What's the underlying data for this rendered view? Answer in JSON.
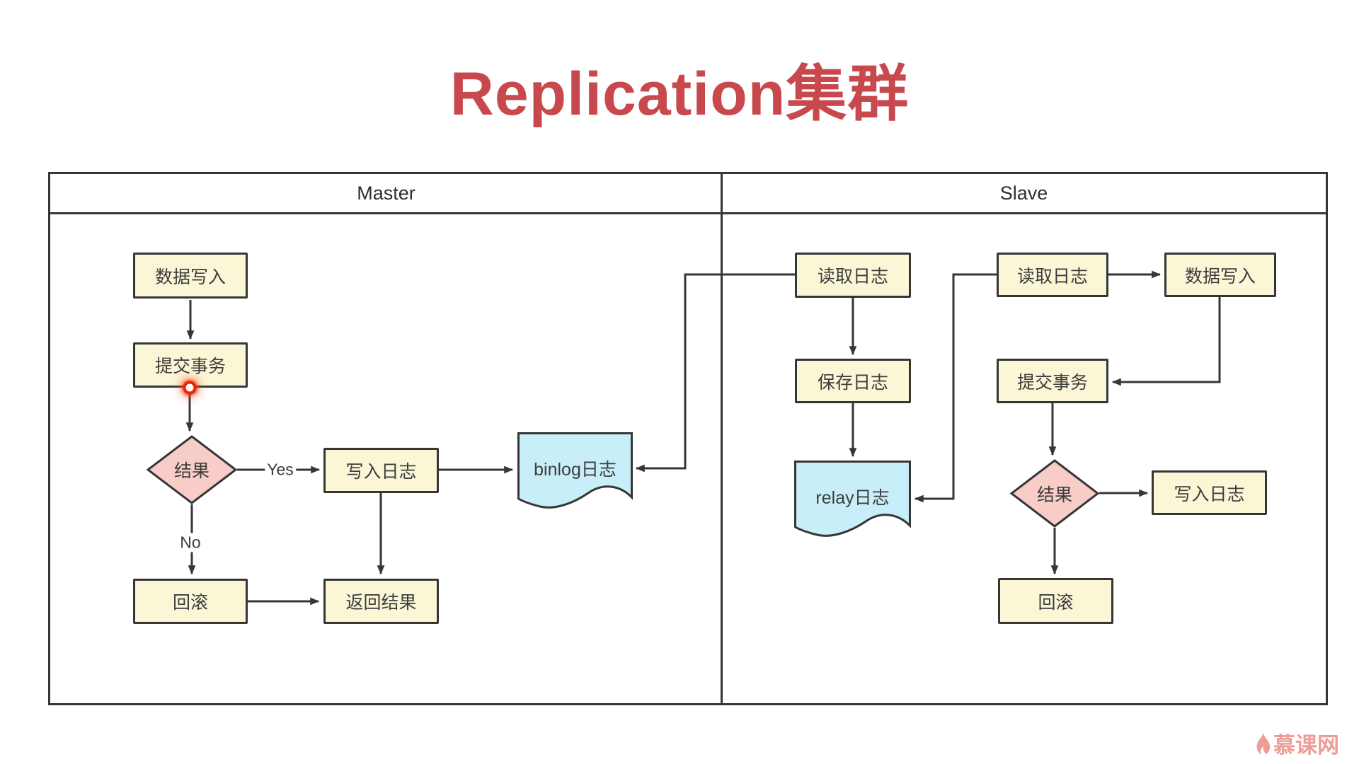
{
  "title": "Replication集群",
  "lanes": {
    "master": "Master",
    "slave": "Slave"
  },
  "master": {
    "data_write": "数据写入",
    "commit": "提交事务",
    "result": "结果",
    "write_log": "写入日志",
    "binlog": "binlog日志",
    "rollback": "回滚",
    "return_result": "返回结果",
    "yes_label": "Yes",
    "no_label": "No"
  },
  "slave": {
    "read_log_io": "读取日志",
    "save_log": "保存日志",
    "relay_log": "relay日志",
    "read_log_sql": "读取日志",
    "data_write": "数据写入",
    "commit": "提交事务",
    "result": "结果",
    "write_log": "写入日志",
    "rollback": "回滚"
  },
  "watermark": {
    "text": "慕课网"
  },
  "colors": {
    "process-fill": "#FBF7D6",
    "decision-fill": "#F8CDC8",
    "document-fill": "#C8EFF9",
    "stroke": "#363636",
    "title-color": "#C8494D",
    "watermark-color": "#EC9D97"
  }
}
